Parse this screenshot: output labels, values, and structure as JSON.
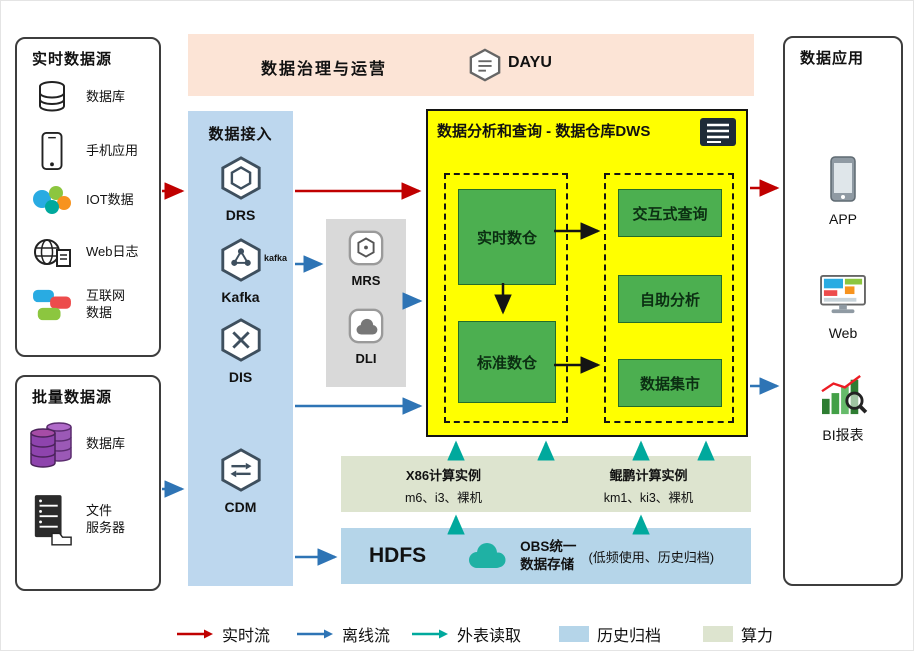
{
  "sources_realtime": {
    "title": "实时数据源",
    "items": [
      {
        "label": "数据库"
      },
      {
        "label": "手机应用"
      },
      {
        "label": "IOT数据"
      },
      {
        "label": "Web日志"
      },
      {
        "label": "互联网\n数据"
      }
    ]
  },
  "sources_batch": {
    "title": "批量数据源",
    "items": [
      {
        "label": "数据库"
      },
      {
        "label": "文件\n服务器"
      }
    ]
  },
  "governance": {
    "title": "数据治理与运营",
    "logo": "DAYU"
  },
  "ingestion": {
    "title": "数据接入",
    "drs": "DRS",
    "kafka": "Kafka",
    "kafka_logo": "kafka",
    "dis": "DIS",
    "cdm": "CDM"
  },
  "processing": {
    "mrs": "MRS",
    "dli": "DLI"
  },
  "dws": {
    "title": "数据分析和查询 - 数据仓库DWS",
    "realtime_wh": "实时数仓",
    "standard_wh": "标准数仓",
    "interactive": "交互式查询",
    "selfservice": "自助分析",
    "mart": "数据集市"
  },
  "compute": {
    "x86_title": "X86计算实例",
    "x86_models": "m6、i3、裸机",
    "kunpeng_title": "鲲鹏计算实例",
    "kunpeng_models": "km1、ki3、裸机"
  },
  "storage": {
    "hdfs": "HDFS",
    "obs": "OBS统一\n数据存储",
    "note": "(低频使用、历史归档)"
  },
  "apps": {
    "title": "数据应用",
    "items": [
      {
        "label": "APP"
      },
      {
        "label": "Web"
      },
      {
        "label": "BI报表"
      }
    ]
  },
  "legend": {
    "realtime": "实时流",
    "offline": "离线流",
    "external": "外表读取",
    "archive": "历史归档",
    "compute": "算力"
  },
  "colors": {
    "realtime_flow": "#c00000",
    "offline_flow": "#2e74b5",
    "external_read": "#00a99d",
    "archive": "#b5d5e9",
    "compute": "#dde4cf",
    "dws_bg": "#ffff00",
    "green_box": "#4caf50",
    "ingest_bg": "#bdd7ee",
    "governance_bg": "#fce4d6"
  }
}
